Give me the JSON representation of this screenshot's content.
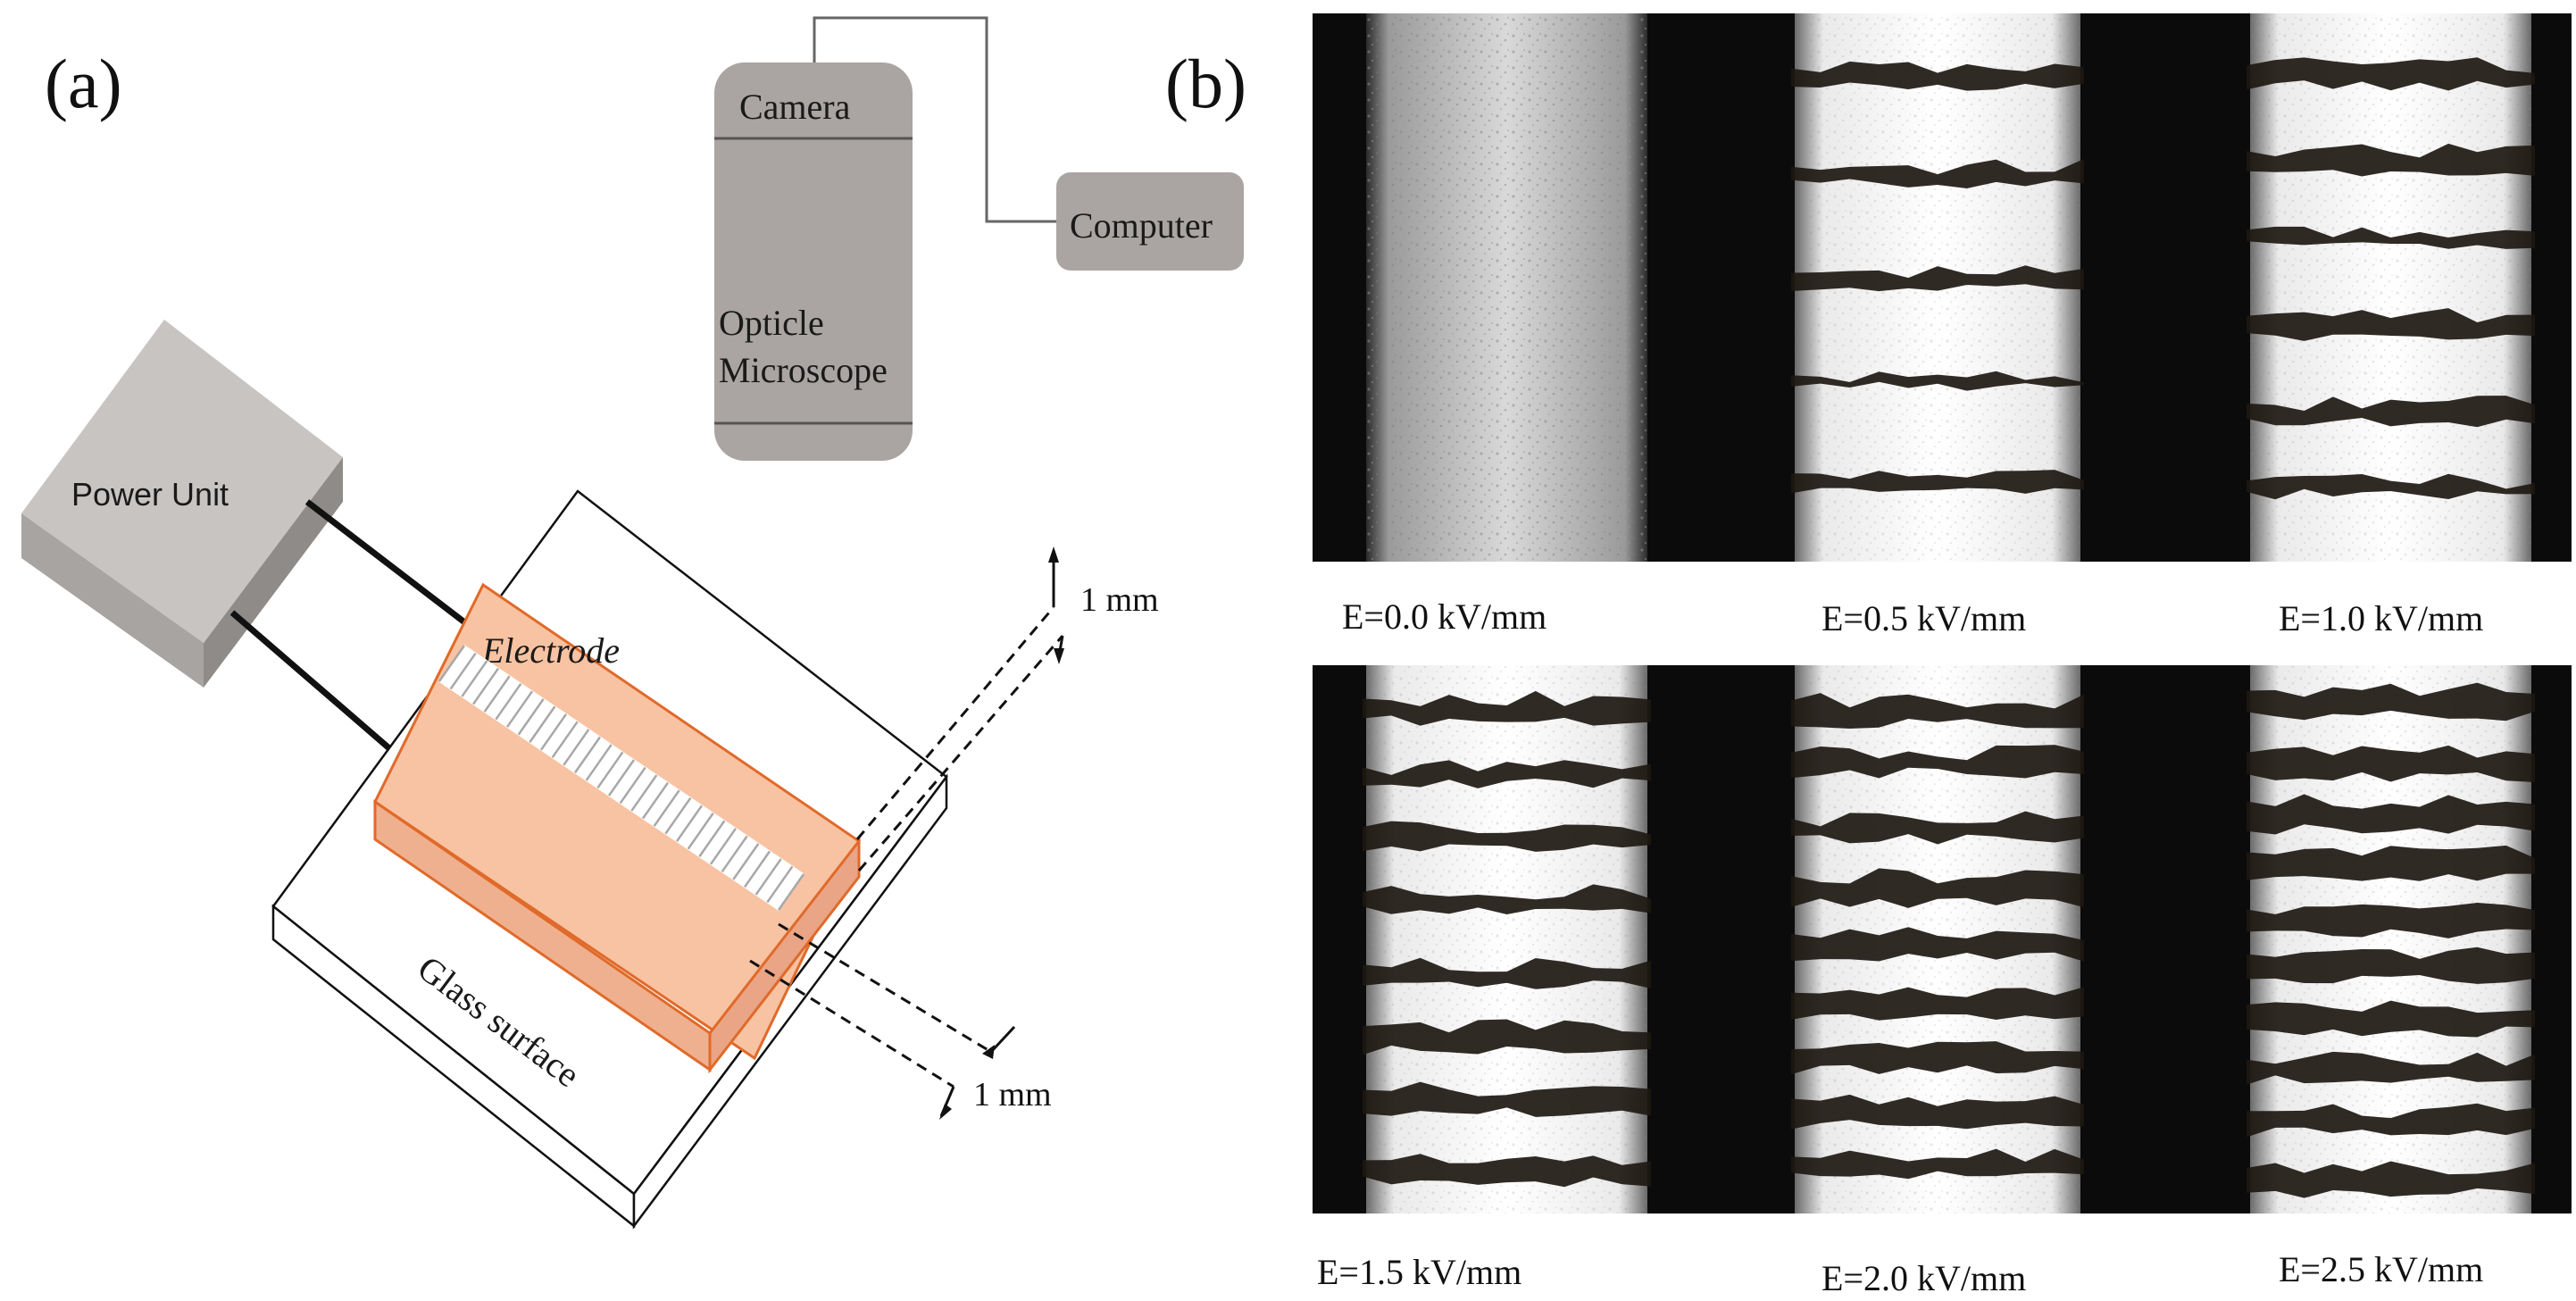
{
  "panel_a": {
    "label": "(a)",
    "camera": "Camera",
    "microscope_line1": "Opticle",
    "microscope_line2": "Microscope",
    "computer": "Computer",
    "power_unit": "Power Unit",
    "electrode": "Electrode",
    "glass_surface": "Glass surface",
    "gap_top": "1 mm",
    "gap_bottom": "1 mm",
    "colors": {
      "equipment_gray": "#a9a4a1",
      "electrode_orange": "#f8c4a4",
      "electrode_edge": "#e06a2a"
    }
  },
  "panel_b": {
    "label": "(b)",
    "images": [
      {
        "caption": "E=0.0 kV/mm",
        "field_kv_per_mm": 0.0
      },
      {
        "caption": "E=0.5 kV/mm",
        "field_kv_per_mm": 0.5
      },
      {
        "caption": "E=1.0 kV/mm",
        "field_kv_per_mm": 1.0
      },
      {
        "caption": "E=1.5 kV/mm",
        "field_kv_per_mm": 1.5
      },
      {
        "caption": "E=2.0 kV/mm",
        "field_kv_per_mm": 2.0
      },
      {
        "caption": "E=2.5 kV/mm",
        "field_kv_per_mm": 2.5
      }
    ]
  }
}
